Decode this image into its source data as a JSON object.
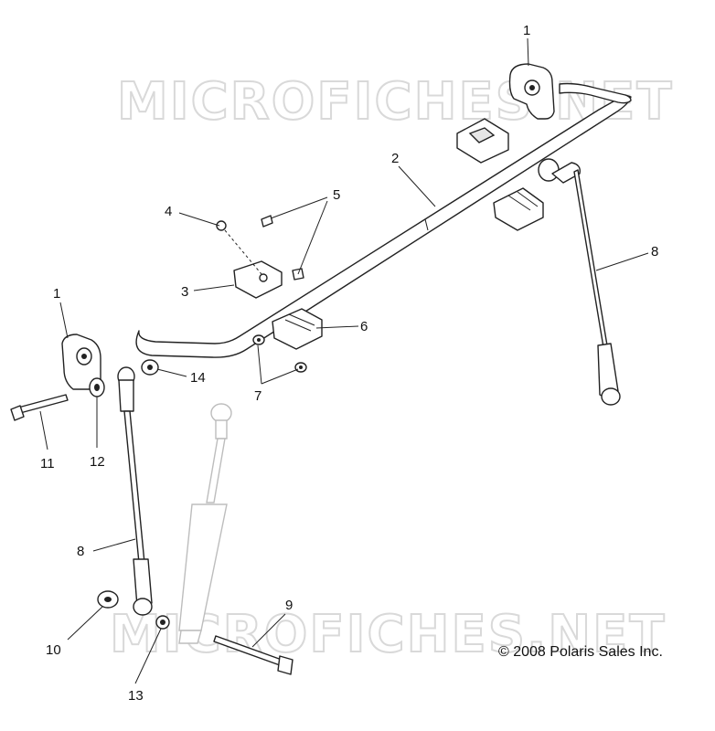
{
  "watermark": {
    "text": "MICROFICHES.NET"
  },
  "copyright": "© 2008 Polaris Sales Inc.",
  "callouts": [
    {
      "id": "c1a",
      "text": "1"
    },
    {
      "id": "c1b",
      "text": "1"
    },
    {
      "id": "c2",
      "text": "2"
    },
    {
      "id": "c3",
      "text": "3"
    },
    {
      "id": "c4",
      "text": "4"
    },
    {
      "id": "c5",
      "text": "5"
    },
    {
      "id": "c6",
      "text": "6"
    },
    {
      "id": "c7",
      "text": "7"
    },
    {
      "id": "c8a",
      "text": "8"
    },
    {
      "id": "c8b",
      "text": "8"
    },
    {
      "id": "c9",
      "text": "9"
    },
    {
      "id": "c10",
      "text": "10"
    },
    {
      "id": "c11",
      "text": "11"
    },
    {
      "id": "c12",
      "text": "12"
    },
    {
      "id": "c13",
      "text": "13"
    },
    {
      "id": "c14",
      "text": "14"
    }
  ]
}
